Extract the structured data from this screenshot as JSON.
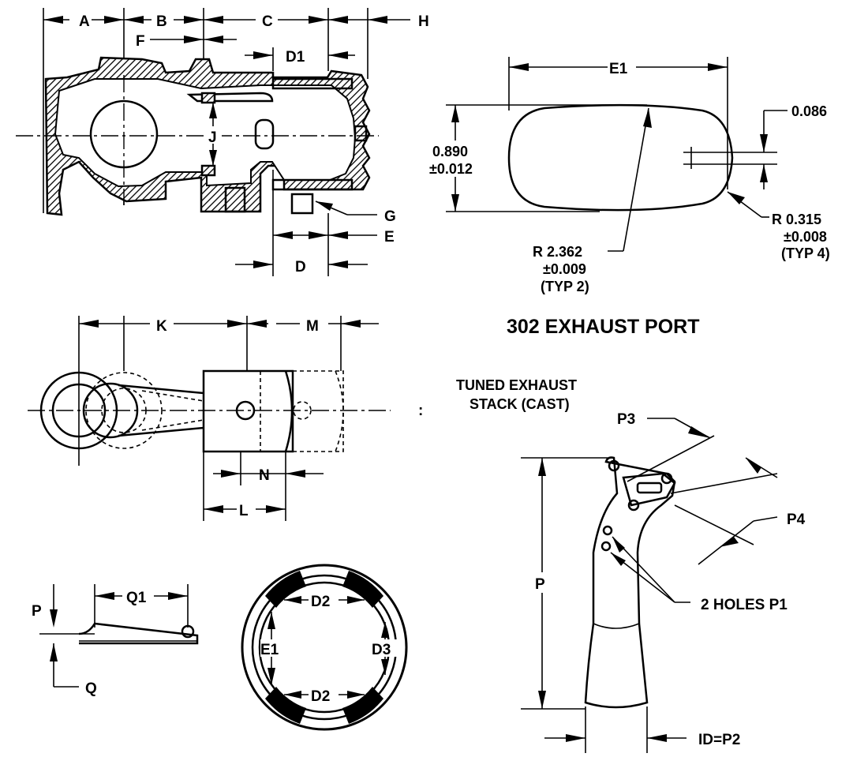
{
  "colors": {
    "ink": "#000000",
    "paper": "#ffffff"
  },
  "cylinder_section": {
    "dim_a": "A",
    "dim_b": "B",
    "dim_c": "C",
    "dim_h": "H",
    "dim_f": "F",
    "dim_d1": "D1",
    "dim_j": "J",
    "dim_g": "G",
    "dim_e": "E",
    "dim_d": "D"
  },
  "exhaust_port": {
    "dim_e1": "E1",
    "height": "0.890",
    "height_tol": "±0.012",
    "dim_086": "0.086",
    "r_small": "R  0.315",
    "r_small_tol": "±0.008",
    "r_small_note": "(TYP  4)",
    "r_large": "R  2.362",
    "r_large_tol": "±0.009",
    "r_large_note": "(TYP  2)",
    "title": "302  EXHAUST  PORT"
  },
  "rod_view": {
    "dim_k": "K",
    "dim_m": "M",
    "dim_n": "N",
    "dim_l": "L",
    "marker": ":"
  },
  "ring_view": {
    "dim_q1": "Q1",
    "dim_p": "P",
    "dim_q": "Q"
  },
  "bore_view": {
    "dim_d2_top": "D2",
    "dim_e1": "E1",
    "dim_d3": "D3",
    "dim_d2_bottom": "D2"
  },
  "stack_view": {
    "title_line1": "TUNED  EXHAUST",
    "title_line2": "STACK  (CAST)",
    "dim_p3": "P3",
    "dim_p4": "P4",
    "dim_p": "P",
    "holes": "2  HOLES  P1",
    "id": "ID=P2"
  }
}
